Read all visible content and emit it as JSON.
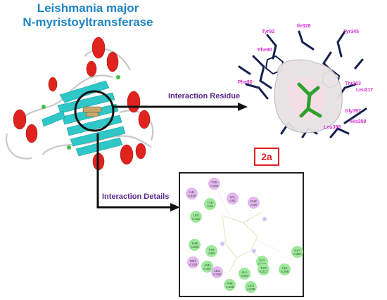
{
  "title": {
    "line1": "Leishmania major",
    "line2": "N-myristoyltransferase"
  },
  "labels": {
    "interaction_residue": "Interaction Residue",
    "interaction_details": "Interaction Details",
    "figure_id": "2a"
  },
  "residue_labels_3d": [
    "Tyr92",
    "Ile328",
    "Tyr345",
    "Phe90",
    "Phe90",
    "Leu217",
    "Thr203",
    "Gly397",
    "His398",
    "Leu399"
  ],
  "interaction_residues": [
    {
      "id": "tyr345",
      "name": "TYR",
      "num": "A:345",
      "type": "pi"
    },
    {
      "id": "ile328",
      "name": "ILE",
      "num": "A:328",
      "type": "pi"
    },
    {
      "id": "val81",
      "name": "VAL",
      "num": "A:81",
      "type": "pi"
    },
    {
      "id": "tyr92",
      "name": "TYR",
      "num": "A:92",
      "type": "vdw"
    },
    {
      "id": "phe90",
      "name": "PHE",
      "num": "A:90",
      "type": "pi"
    },
    {
      "id": "leu421",
      "name": "LEU",
      "num": "A:421",
      "type": "vdw"
    },
    {
      "id": "thr203",
      "name": "THR",
      "num": "A:203",
      "type": "vdw"
    },
    {
      "id": "tyr80",
      "name": "TYR",
      "num": "A:80",
      "type": "vdw"
    },
    {
      "id": "gly397",
      "name": "GLY",
      "num": "A:397",
      "type": "vdw"
    },
    {
      "id": "met420",
      "name": "MET",
      "num": "A:420",
      "type": "pi"
    },
    {
      "id": "asn167",
      "name": "ASN",
      "num": "A:167",
      "type": "vdw"
    },
    {
      "id": "gly205",
      "name": "GLY",
      "num": "A:205",
      "type": "vdw"
    },
    {
      "id": "tyr217",
      "name": "TYR",
      "num": "A:217",
      "type": "vdw"
    },
    {
      "id": "his398",
      "name": "HIS",
      "num": "A:398",
      "type": "vdw"
    },
    {
      "id": "leu399",
      "name": "LEU",
      "num": "A:399",
      "type": "pi"
    },
    {
      "id": "ala204",
      "name": "ALA",
      "num": "A:204",
      "type": "vdw"
    },
    {
      "id": "phe168",
      "name": "PHE",
      "num": "A:168",
      "type": "vdw"
    },
    {
      "id": "leu169",
      "name": "LEU",
      "num": "A:169",
      "type": "vdw"
    }
  ]
}
